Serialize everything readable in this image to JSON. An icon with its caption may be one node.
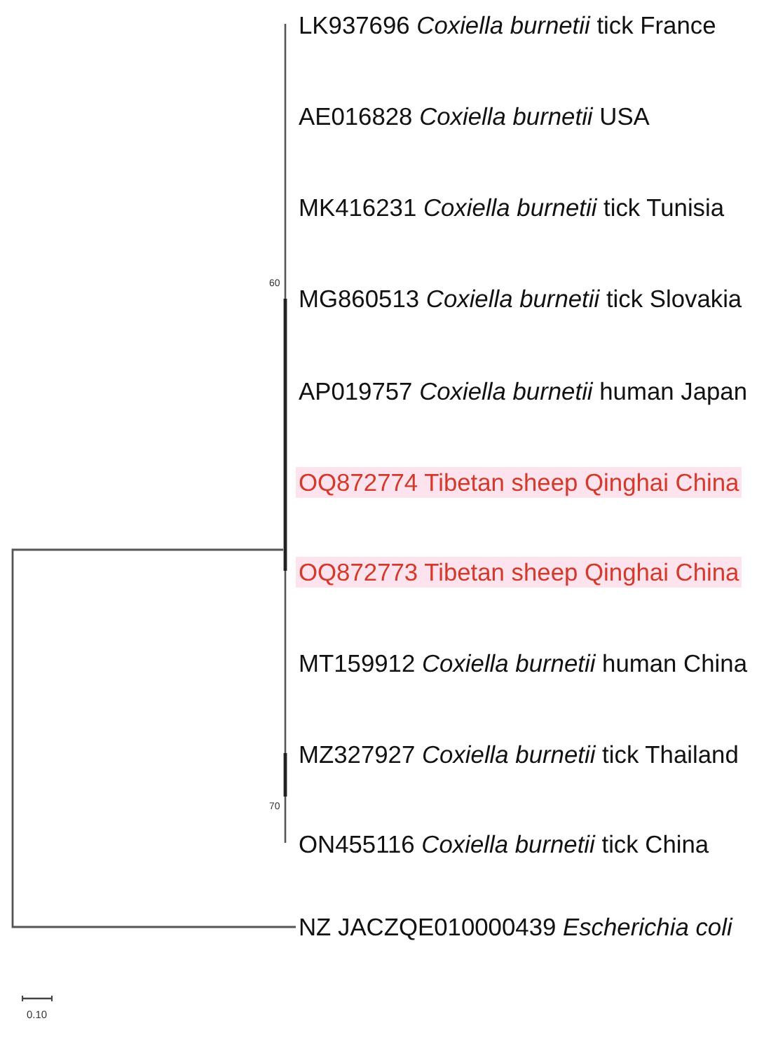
{
  "diagram": {
    "nodes": [
      {
        "text": [
          "LK937696 *Coxiella burnetii* tick France"
        ]
      },
      {
        "text": [
          "AE016828 *Coxiella burnetii* USA"
        ]
      },
      {
        "text": [
          "MK416231 *Coxiella burnetii* tick Tunisia"
        ]
      },
      {
        "text": [
          "MG860513 *Coxiella burnetii* tick Slovakia"
        ]
      },
      {
        "text": [
          "AP019757 *Coxiella burnetii* human Japan"
        ]
      },
      {
        "text": [
          "OQ872774 Tibetan sheep Qinghai China"
        ]
      },
      {
        "text": [
          "OQ872773 Tibetan sheep Qinghai China"
        ]
      },
      {
        "text": [
          "MT159912 *Coxiella burnetii* human China"
        ]
      },
      {
        "text": [
          "MZ327927 *Coxiella burnetii* tick Thailand"
        ]
      },
      {
        "text": [
          "ON455116 *Coxiella burnetii* tick China"
        ]
      },
      {
        "text": [
          "NZ JACZQE010000439 *Escherichia coli*"
        ]
      },
      {
        "text": [],
        "shape": "bar",
        "beside": [
          "60",
          "70"
        ]
      }
    ],
    "edges": [
      {
        "from": 11,
        "to": 10,
        "arrow": "none"
      }
    ],
    "labels": [
      "0.10"
    ]
  }
}
